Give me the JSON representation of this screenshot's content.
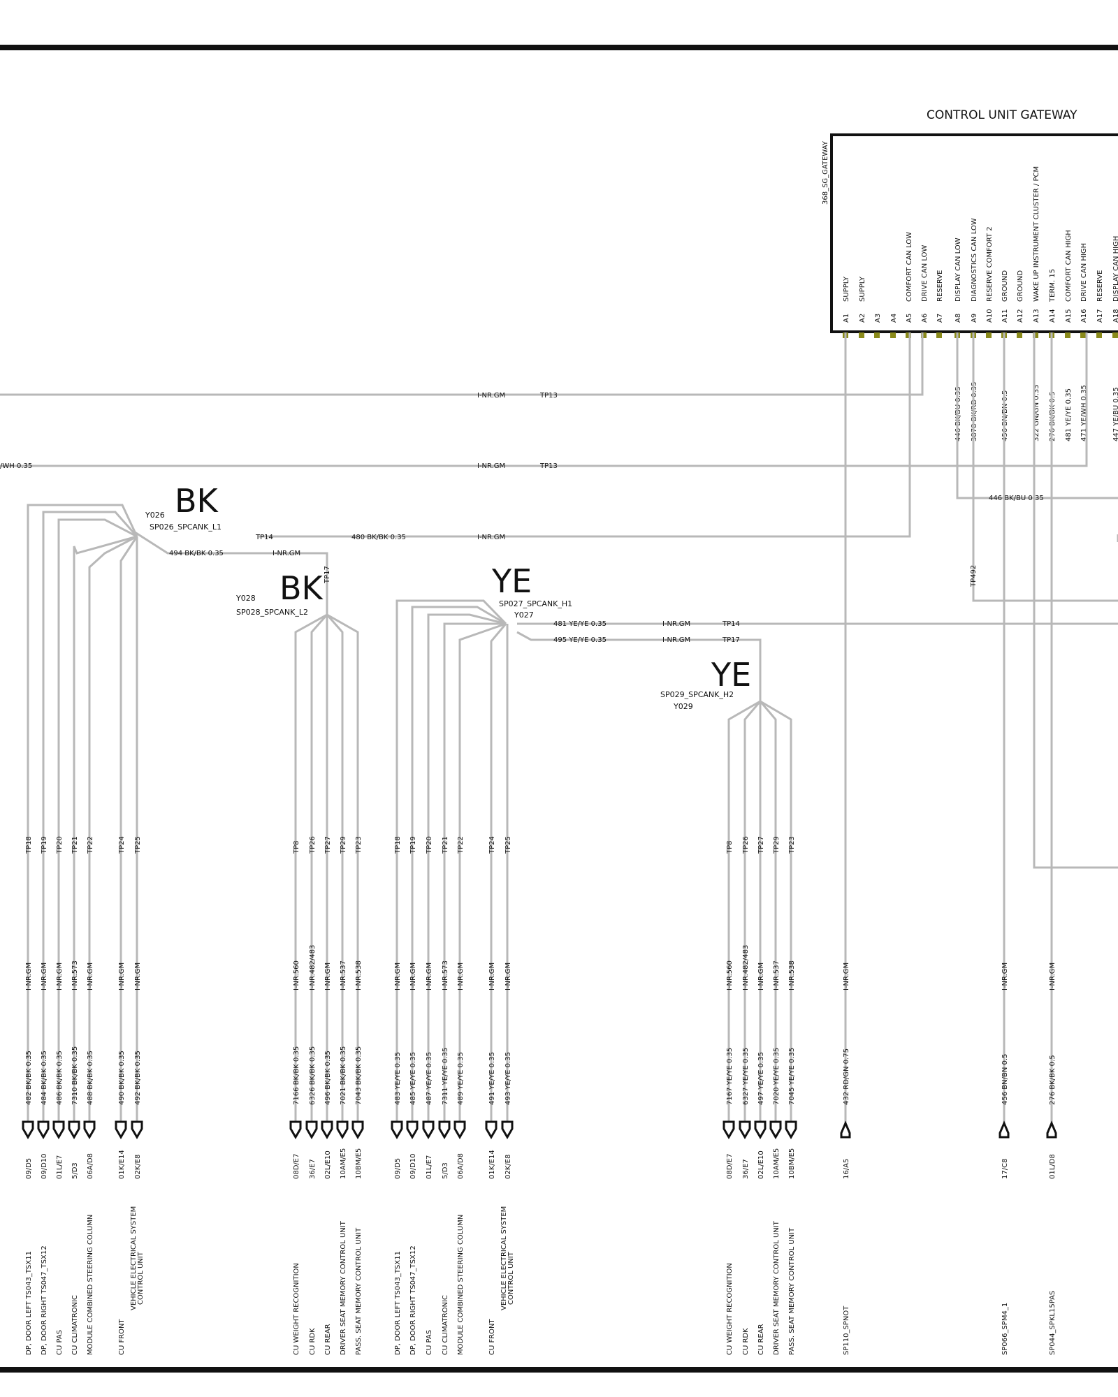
{
  "gateway": {
    "title": "CONTROL UNIT  GATEWAY",
    "id": "368_SG_GATEWAY",
    "pins": [
      {
        "pin": "A1",
        "name": "SUPPLY"
      },
      {
        "pin": "A2",
        "name": "SUPPLY"
      },
      {
        "pin": "A3",
        "name": ""
      },
      {
        "pin": "A4",
        "name": ""
      },
      {
        "pin": "A5",
        "name": "COMFORT  CAN LOW"
      },
      {
        "pin": "A6",
        "name": "DRIVE  CAN LOW"
      },
      {
        "pin": "A7",
        "name": "RESERVE"
      },
      {
        "pin": "A8",
        "name": "DISPLAY  CAN LOW"
      },
      {
        "pin": "A9",
        "name": "DIAGNOSTICS  CAN LOW"
      },
      {
        "pin": "A10",
        "name": "RESERVE  COMFORT 2"
      },
      {
        "pin": "A11",
        "name": "GROUND"
      },
      {
        "pin": "A12",
        "name": "GROUND"
      },
      {
        "pin": "A13",
        "name": "WAKE UP  INSTRUMENT CLUSTER  / PCM"
      },
      {
        "pin": "A14",
        "name": "TERM. 15"
      },
      {
        "pin": "A15",
        "name": "COMFORT  CAN HIGH"
      },
      {
        "pin": "A16",
        "name": "DRIVE  CAN HIGH"
      },
      {
        "pin": "A17",
        "name": "RESERVE"
      },
      {
        "pin": "A18",
        "name": "DISPLAY  CAN HIGH"
      }
    ]
  },
  "gateway_wires": [
    "446 BK/BU 0.35",
    "3878 BK/RD 0.35",
    "456 BN/BN 0.5",
    "322 GN/GN 0.35",
    "276 BK/BK 0.5",
    "481 YE/YE 0.35",
    "471 YE/WH 0.35",
    "447 YE/BU 0.35"
  ],
  "horizontal_wires": {
    "row1_note": "I-NR.GM",
    "row1_tp": "TP13",
    "row2_left": "/WH 0.35",
    "row2_note": "I-NR.GM",
    "row2_tp": "TP13",
    "w446": "446 BK/BU 0.35",
    "tp492": "TP492",
    "w480": "480 BK/BK 0.35",
    "w480_note": "I-NR.GM",
    "tp14_a": "TP14",
    "w494": "494 BK/BK 0.35",
    "w494_note": "I-NR.GM",
    "tp17_a": "TP17",
    "w481": "481 YE/YE 0.35",
    "w481_note": "I-NR.GM",
    "tp14_b": "TP14",
    "w495": "495 YE/YE 0.35",
    "w495_note": "I-NR.GM",
    "tp17_b": "TP17"
  },
  "splices": [
    {
      "color": "BK",
      "y_id": "Y026",
      "name": "SP026_SPCANK_L1"
    },
    {
      "color": "BK",
      "y_id": "Y028",
      "name": "SP028_SPCANK_L2"
    },
    {
      "color": "YE",
      "y_id": "Y027",
      "name": "SP027_SPCANK_H1"
    },
    {
      "color": "YE",
      "y_id": "Y029",
      "name": "SP029_SPCANK_H2"
    }
  ],
  "drops": [
    {
      "tp": "TP18",
      "note": "I-NR.GM",
      "wire": "482 BK/BK 0.35",
      "pin": "09/D5",
      "dest": [
        "DP, DOOR LEFT TS043_TSX11"
      ]
    },
    {
      "tp": "TP19",
      "note": "I-NR.GM",
      "wire": "484 BK/BK 0.35",
      "pin": "09/D10",
      "dest": [
        "DP, DOOR RIGHT TS047_TSX12"
      ]
    },
    {
      "tp": "TP20",
      "note": "I-NR.GM",
      "wire": "486 BK/BK 0.35",
      "pin": "01L/E7",
      "dest": [
        "CU PAS"
      ]
    },
    {
      "tp": "TP21",
      "note": "I-NR.573",
      "wire": "7310 BK/BK 0.35",
      "pin": "5/D3",
      "dest": [
        "CU CLIMATRONIC"
      ]
    },
    {
      "tp": "TP22",
      "note": "I-NR.GM",
      "wire": "488 BK/BK 0.35",
      "pin": "06A/D8",
      "dest": [
        "MODULE  COMBINED STEERING COLUMN"
      ]
    },
    {
      "tp": "TP24",
      "note": "I-NR.GM",
      "wire": "490 BK/BK 0.35",
      "pin": "01K/E14",
      "dest": [
        "CU FRONT"
      ]
    },
    {
      "tp": "TP25",
      "note": "I-NR.GM",
      "wire": "492 BK/BK 0.35",
      "pin": "02K/E8",
      "dest": [
        "VEHICLE ELECTRICAL SYSTEM",
        "CONTROL UNIT"
      ]
    },
    {
      "tp": "TP8",
      "note": "I-NR.560",
      "wire": "7166 BK/BK 0.35",
      "pin": "08D/E7",
      "dest": [
        "CU WEIGHT RECOGNITION"
      ]
    },
    {
      "tp": "TP26",
      "note": "I-NR.482/483",
      "wire": "6326 BK/BK 0.35",
      "pin": "36/E7",
      "dest": [
        "CU RDK"
      ]
    },
    {
      "tp": "TP27",
      "note": "I-NR.GM",
      "wire": "496 BK/BK 0.35",
      "pin": "02L/E10",
      "dest": [
        "CU REAR"
      ]
    },
    {
      "tp": "TP29",
      "note": "I-NR.537",
      "wire": "7021 BK/BK 0.35",
      "pin": "10AM/E5",
      "dest": [
        "DRIVER SEAT MEMORY CONTROL UNIT"
      ]
    },
    {
      "tp": "TP23",
      "note": "I-NR.538",
      "wire": "7043 BK/BK 0.35",
      "pin": "10BM/E5",
      "dest": [
        "PASS. SEAT MEMORY CONTROL UNIT"
      ]
    },
    {
      "tp": "TP18",
      "note": "I-NR.GM",
      "wire": "483 YE/YE 0.35",
      "pin": "09/D5",
      "dest": [
        "DP, DOOR LEFT TS043_TSX11"
      ]
    },
    {
      "tp": "TP19",
      "note": "I-NR.GM",
      "wire": "485 YE/YE 0.35",
      "pin": "09/D10",
      "dest": [
        "DP, DOOR RIGHT TS047_TSX12"
      ]
    },
    {
      "tp": "TP20",
      "note": "I-NR.GM",
      "wire": "487 YE/YE 0.35",
      "pin": "01L/E7",
      "dest": [
        "CU PAS"
      ]
    },
    {
      "tp": "TP21",
      "note": "I-NR.573",
      "wire": "7311 YE/YE 0.35",
      "pin": "5/D3",
      "dest": [
        "CU CLIMATRONIC"
      ]
    },
    {
      "tp": "TP22",
      "note": "I-NR.GM",
      "wire": "489 YE/YE 0.35",
      "pin": "06A/D8",
      "dest": [
        "MODULE  COMBINED STEERING COLUMN"
      ]
    },
    {
      "tp": "TP24",
      "note": "I-NR.GM",
      "wire": "491 YE/YE 0.35",
      "pin": "01K/E14",
      "dest": [
        "CU FRONT"
      ]
    },
    {
      "tp": "TP25",
      "note": "I-NR.GM",
      "wire": "493 YE/YE 0.35",
      "pin": "02K/E8",
      "dest": [
        "VEHICLE ELECTRICAL SYSTEM",
        "CONTROL UNIT"
      ]
    },
    {
      "tp": "TP8",
      "note": "I-NR.560",
      "wire": "7167 YE/YE 0.35",
      "pin": "08D/E7",
      "dest": [
        "CU WEIGHT RECOGNITION"
      ]
    },
    {
      "tp": "TP26",
      "note": "I-NR.482/483",
      "wire": "6327 YE/YE 0.35",
      "pin": "36/E7",
      "dest": [
        "CU RDK"
      ]
    },
    {
      "tp": "TP27",
      "note": "I-NR.GM",
      "wire": "497 YE/YE 0.35",
      "pin": "02L/E10",
      "dest": [
        "CU REAR"
      ]
    },
    {
      "tp": "TP29",
      "note": "I-NR.537",
      "wire": "7020 YE/YE 0.35",
      "pin": "10AM/E5",
      "dest": [
        "DRIVER SEAT MEMORY CONTROL UNIT"
      ]
    },
    {
      "tp": "TP23",
      "note": "I-NR.538",
      "wire": "7045 YE/YE 0.35",
      "pin": "10BM/E5",
      "dest": [
        "PASS. SEAT MEMORY CONTROL UNIT"
      ]
    },
    {
      "tp": "",
      "note": "I-NR.GM",
      "wire": "432 RD/GN 0.75",
      "pin": "16/A5",
      "dest": [
        "SP110_SPNOT"
      ]
    },
    {
      "tp": "",
      "note": "I-NR.GM",
      "wire": "456 BN/BN 0.5",
      "pin": "17/C8",
      "dest": [
        "SP066_SPM4_1"
      ]
    },
    {
      "tp": "",
      "note": "I-NR.GM",
      "wire": "276 BK/BK 0.5",
      "pin": "01L/D8",
      "dest": [
        "SP044_SPKL15PAS"
      ]
    }
  ],
  "colors": {
    "wire": "#b8b8b8",
    "pin_marker": "#8a8a1a",
    "line": "#111111"
  }
}
